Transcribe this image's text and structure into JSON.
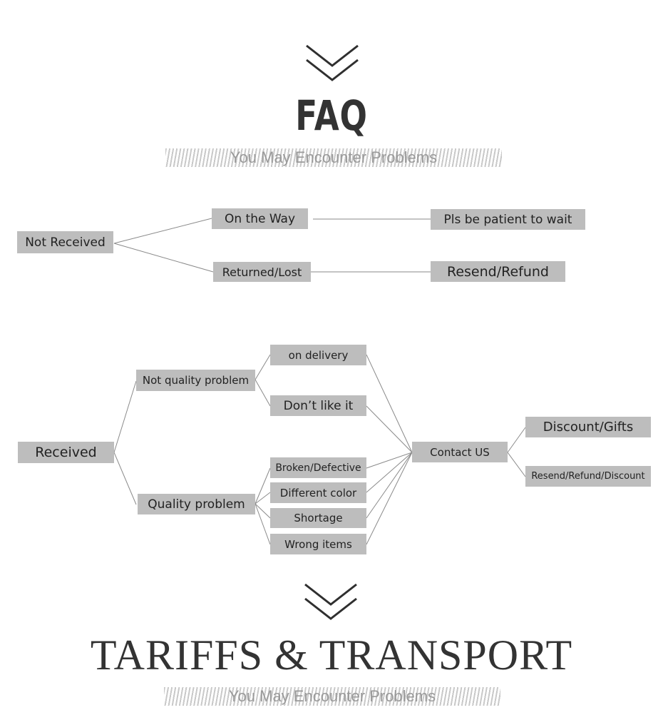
{
  "faq": {
    "title": "FAQ",
    "subtitle": "You May Encounter Problems"
  },
  "not_received": {
    "root": "Not Received",
    "branches": [
      {
        "label": "On the Way",
        "result": "Pls be patient to wait"
      },
      {
        "label": "Returned/Lost",
        "result": "Resend/Refund"
      }
    ]
  },
  "received": {
    "root": "Received",
    "not_quality": {
      "label": "Not quality problem",
      "items": [
        "on delivery",
        "Don’t like it"
      ]
    },
    "quality": {
      "label": "Quality problem",
      "items": [
        "Broken/Defective",
        "Different color",
        "Shortage",
        "Wrong items"
      ]
    },
    "contact": "Contact US",
    "outcomes": [
      "Discount/Gifts",
      "Resend/Refund/Discount"
    ]
  },
  "tariffs": {
    "title": "TARIFFS & TRANSPORT",
    "subtitle": "You May Encounter Problems"
  },
  "colors": {
    "box": "#bdbdbd",
    "line": "#8a8a8a",
    "text": "#333333"
  },
  "icons": [
    "chevron-down-icon"
  ]
}
